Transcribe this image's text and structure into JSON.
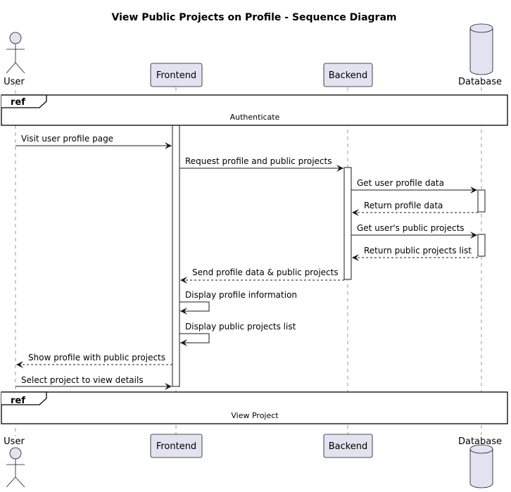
{
  "title": "View Public Projects on Profile - Sequence Diagram",
  "participants": {
    "user": "User",
    "frontend": "Frontend",
    "backend": "Backend",
    "database": "Database"
  },
  "refs": [
    {
      "tag": "ref",
      "caption": "Authenticate"
    },
    {
      "tag": "ref",
      "caption": "View Project"
    }
  ],
  "messages": [
    {
      "from": "user",
      "to": "frontend",
      "label": "Visit user profile page",
      "kind": "sync"
    },
    {
      "from": "frontend",
      "to": "backend",
      "label": "Request profile and public projects",
      "kind": "sync"
    },
    {
      "from": "backend",
      "to": "database",
      "label": "Get user profile data",
      "kind": "sync"
    },
    {
      "from": "database",
      "to": "backend",
      "label": "Return profile data",
      "kind": "return"
    },
    {
      "from": "backend",
      "to": "database",
      "label": "Get user's public projects",
      "kind": "sync"
    },
    {
      "from": "database",
      "to": "backend",
      "label": "Return public projects list",
      "kind": "return"
    },
    {
      "from": "backend",
      "to": "frontend",
      "label": "Send profile data & public projects",
      "kind": "return"
    },
    {
      "from": "frontend",
      "to": "frontend",
      "label": "Display profile information",
      "kind": "self"
    },
    {
      "from": "frontend",
      "to": "frontend",
      "label": "Display public projects list",
      "kind": "self"
    },
    {
      "from": "frontend",
      "to": "user",
      "label": "Show profile with public projects",
      "kind": "return"
    },
    {
      "from": "user",
      "to": "frontend",
      "label": "Select project to view details",
      "kind": "sync"
    }
  ]
}
